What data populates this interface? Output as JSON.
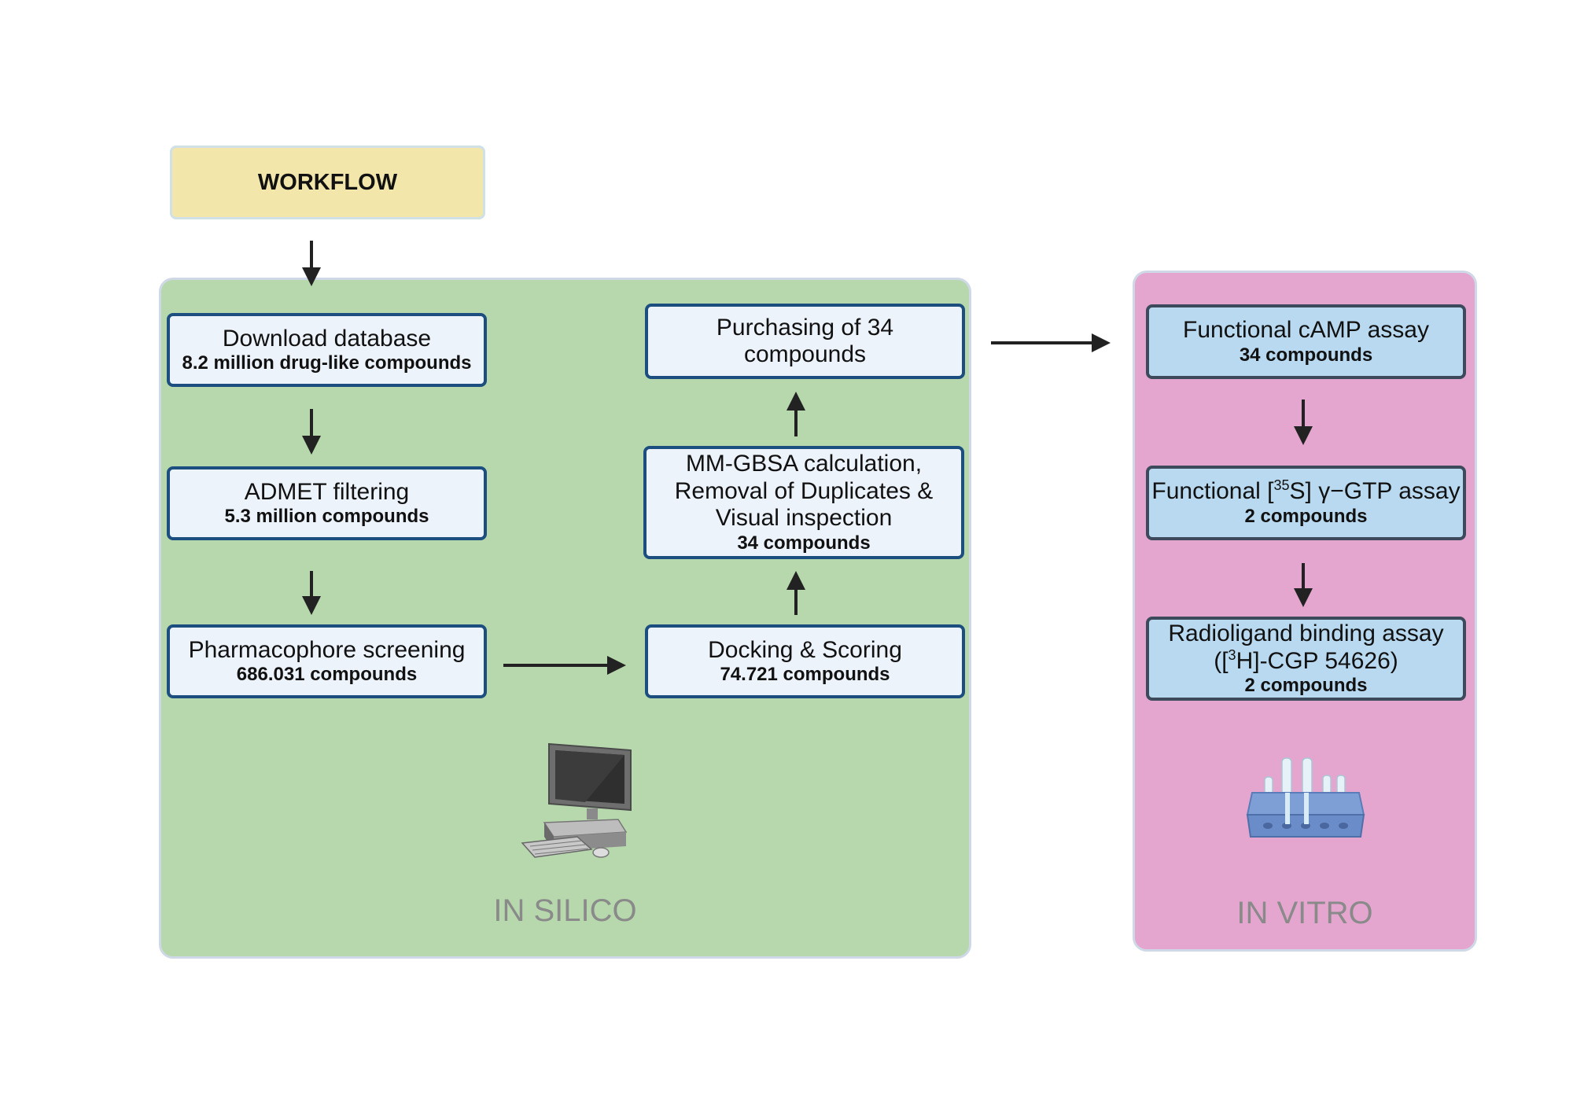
{
  "header": {
    "label": "WORKFLOW"
  },
  "in_silico": {
    "label": "IN SILICO",
    "steps": [
      {
        "title": "Download database",
        "detail": "8.2 million drug-like compounds"
      },
      {
        "title": "ADMET filtering",
        "detail": "5.3 million compounds"
      },
      {
        "title": "Pharmacophore screening",
        "detail": "686.031 compounds"
      },
      {
        "title": "Docking & Scoring",
        "detail": "74.721 compounds"
      },
      {
        "title_lines": [
          "MM-GBSA calculation,",
          "Removal of Duplicates &",
          "Visual inspection"
        ],
        "detail": "34 compounds"
      },
      {
        "title_lines": [
          "Purchasing of 34",
          "compounds"
        ]
      }
    ],
    "icon": "desktop-computer-icon"
  },
  "in_vitro": {
    "label": "IN VITRO",
    "steps": [
      {
        "title": "Functional cAMP assay",
        "detail": "34 compounds"
      },
      {
        "title_pre": "Functional [",
        "title_sup": "35",
        "title_post": "S] γ−GTP assay",
        "detail": "2 compounds"
      },
      {
        "title": "Radioligand binding assay",
        "title2_pre": "([",
        "title2_sup": "3",
        "title2_post": "H]-CGP 54626)",
        "detail": "2 compounds"
      }
    ],
    "icon": "test-tube-rack-icon"
  },
  "colors": {
    "in_silico_bg": "#b6d8ac",
    "in_vitro_bg": "#e4a6cf",
    "workflow_bg": "#f3e6ab",
    "silico_box_bg": "#edf3fb",
    "silico_box_border": "#1c4e80",
    "vitro_box_bg": "#b8d9f0",
    "arrow": "#222222"
  }
}
